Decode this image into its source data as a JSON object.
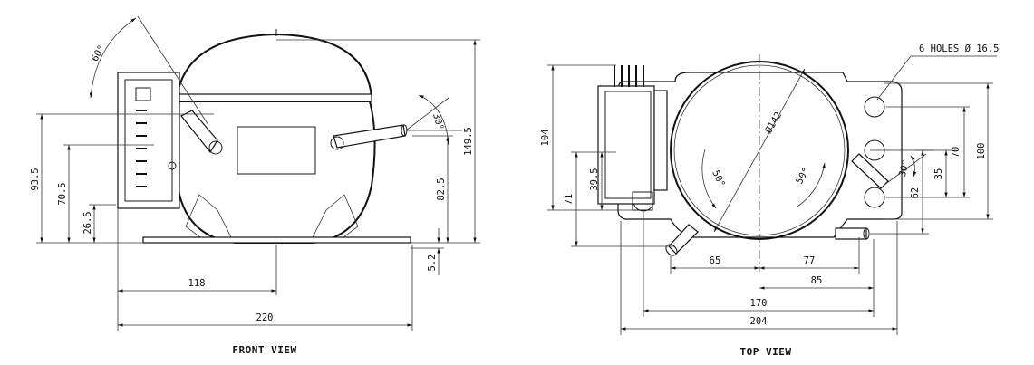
{
  "views": {
    "front_title": "FRONT VIEW",
    "top_title": "TOP VIEW"
  },
  "front": {
    "angle": "60°",
    "angle_tube": "30°",
    "h_93_5": "93.5",
    "h_70_5": "70.5",
    "h_26_5": "26.5",
    "h_82_5": "82.5",
    "h_149_5": "149.5",
    "h_5_2": "5.2",
    "w_118": "118",
    "w_220": "220"
  },
  "top": {
    "holes": "6 HOLES Ø 16.5",
    "dia": "Ø142",
    "angle_50a": "50°",
    "angle_50b": "50°",
    "angle_30": "30°",
    "h_104": "104",
    "h_71": "71",
    "h_39_5": "39.5",
    "h_100": "100",
    "h_70": "70",
    "h_35": "35",
    "h_62": "62",
    "w_65": "65",
    "w_77": "77",
    "w_85": "85",
    "w_170": "170",
    "w_204": "204"
  }
}
